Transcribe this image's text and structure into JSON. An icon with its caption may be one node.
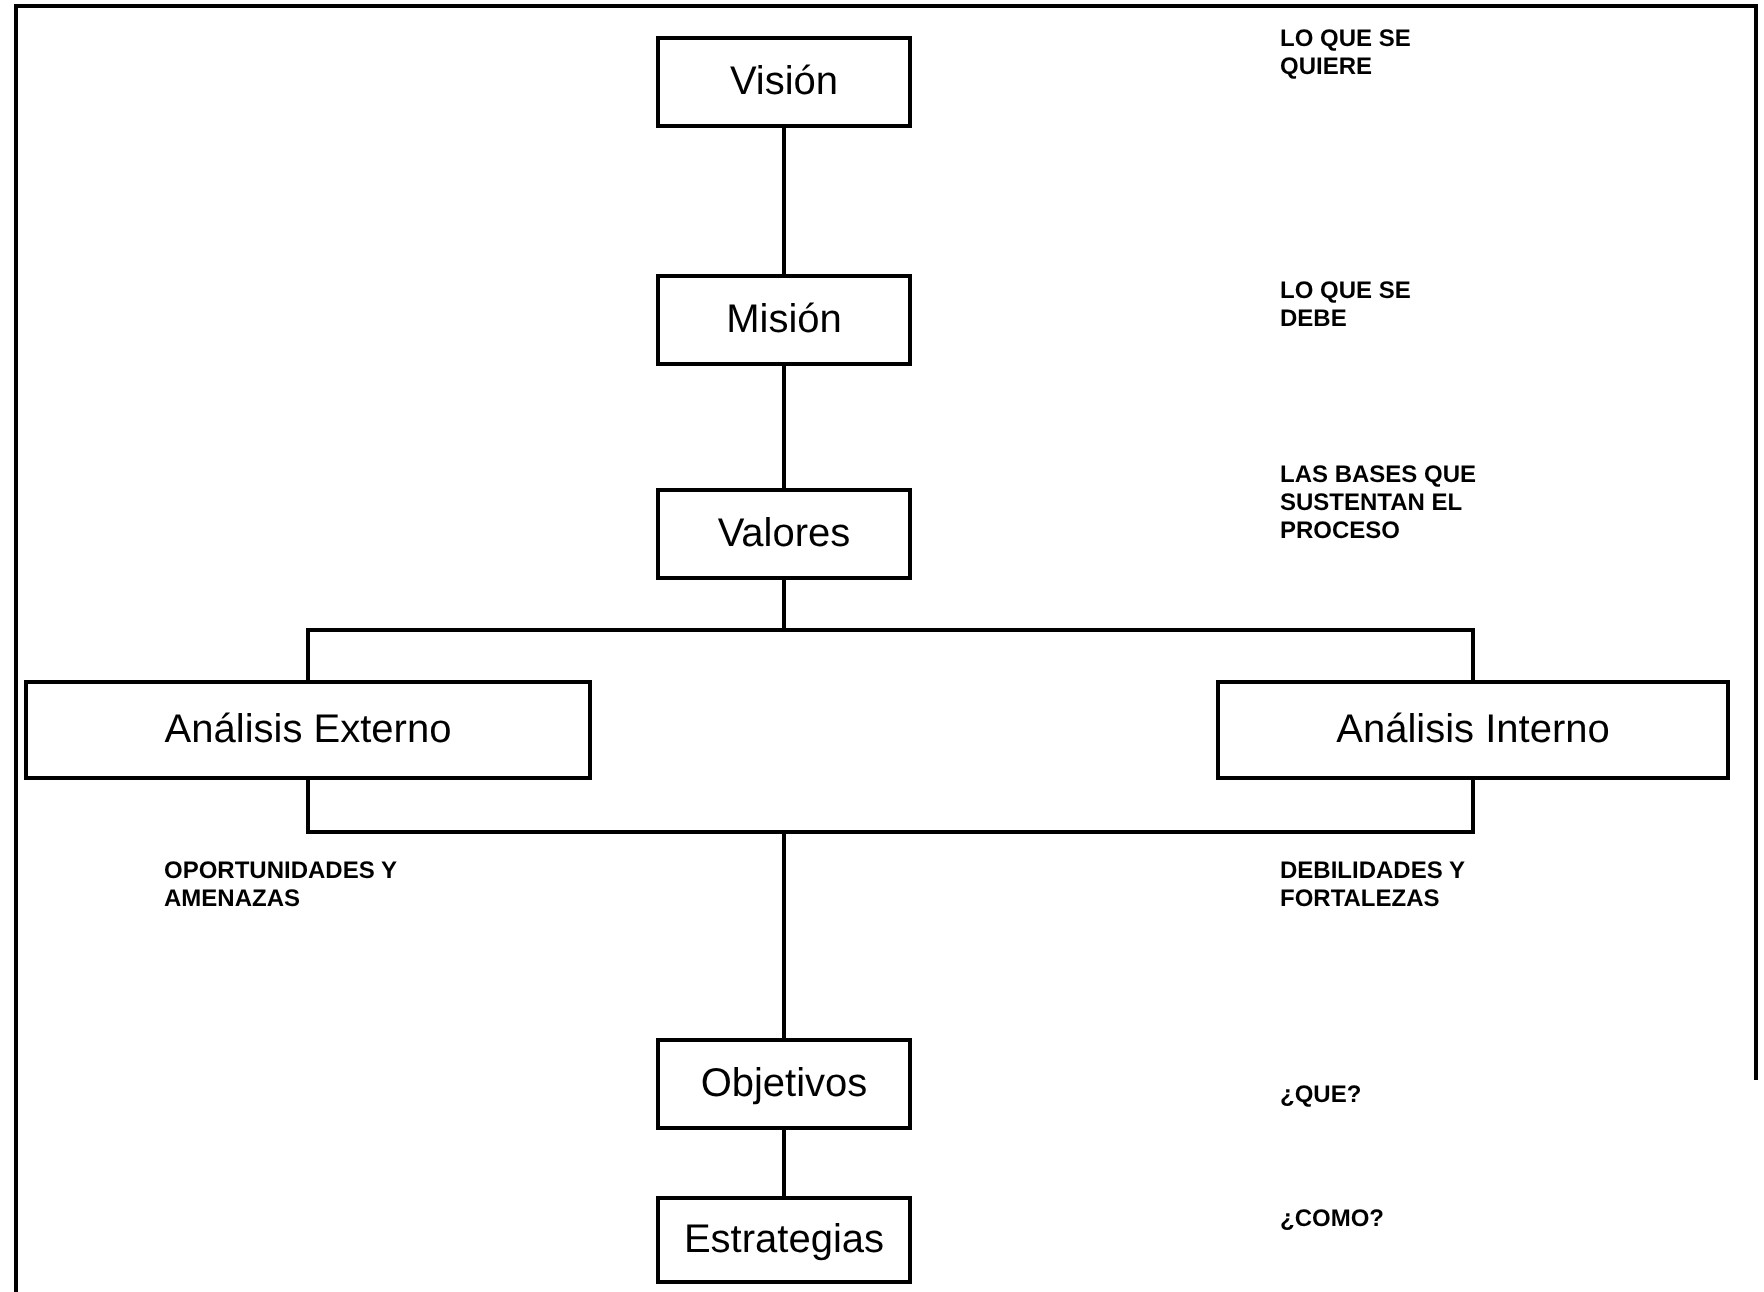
{
  "diagram": {
    "nodes": [
      {
        "text": [
          "Visión"
        ]
      },
      {
        "text": [
          "Misión"
        ]
      },
      {
        "text": [
          "Valores"
        ]
      },
      {
        "text": [
          "Análisis Externo"
        ]
      },
      {
        "text": [
          "Análisis Interno"
        ]
      },
      {
        "text": [
          "Objetivos"
        ]
      },
      {
        "text": [
          "Estrategias"
        ]
      }
    ],
    "edges": [
      {
        "from": 0,
        "to": 1,
        "arrow": "none"
      },
      {
        "from": 1,
        "to": 2,
        "arrow": "none"
      },
      {
        "from": 2,
        "to": 3,
        "arrow": "none"
      },
      {
        "from": 2,
        "to": 4,
        "arrow": "none"
      },
      {
        "from": 3,
        "to": 5,
        "arrow": "none"
      },
      {
        "from": 4,
        "to": 5,
        "arrow": "none"
      },
      {
        "from": 5,
        "to": 6,
        "arrow": "none"
      }
    ],
    "labels": [
      "LO QUE SE QUIERE",
      "LO QUE SE DEBE",
      "LAS BASES QUE SUSTENTAN EL PROCESO",
      "OPORTUNIDADES Y AMENAZAS",
      "DEBILIDADES Y FORTALEZAS",
      "¿QUE?",
      "¿COMO?"
    ]
  }
}
